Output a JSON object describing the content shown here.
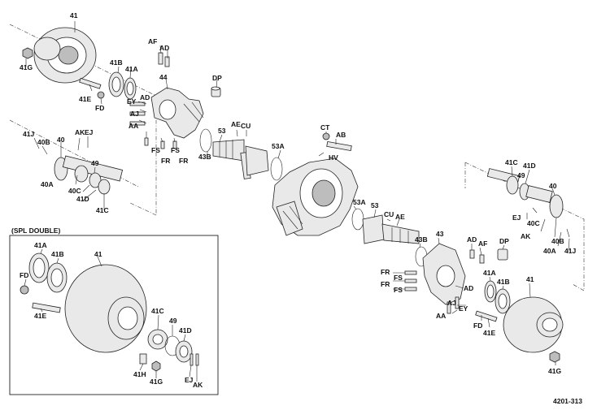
{
  "diagram": {
    "figure_code": "4201-313",
    "inset_title": "(SPL DOUBLE)",
    "labels": {
      "ul_41": "41",
      "ul_41G": "41G",
      "ul_41B": "41B",
      "ul_41A": "41A",
      "ul_AF": "AF",
      "ul_AD_top": "AD",
      "ul_44": "44",
      "ul_DP": "DP",
      "ul_41E": "41E",
      "ul_FD": "FD",
      "ul_EY": "EY",
      "ul_AD_mid": "AD",
      "ul_AJ": "AJ",
      "ul_AA": "AA",
      "ul_FS_a": "FS",
      "ul_FS_b": "FS",
      "ul_FR_a": "FR",
      "ul_FR_b": "FR",
      "ul_41J": "41J",
      "ul_40B": "40B",
      "ul_40": "40",
      "ul_AK": "AK",
      "ul_EJ": "EJ",
      "ul_49": "49",
      "ul_40A": "40A",
      "ul_40C": "40C",
      "ul_41D": "41D",
      "ul_41C": "41C",
      "c_53": "53",
      "c_AE": "AE",
      "c_CU": "CU",
      "c_43B": "43B",
      "c_53A": "53A",
      "c_CT": "CT",
      "c_AB": "AB",
      "c_HV": "HV",
      "r_53A": "53A",
      "r_53": "53",
      "r_CU": "CU",
      "r_AE": "AE",
      "r_43B": "43B",
      "r_43": "43",
      "r_AD": "AD",
      "r_AF": "AF",
      "r_DP": "DP",
      "r_FR_a": "FR",
      "r_FS_a": "FS",
      "r_FR_b": "FR",
      "r_FS_b": "FS",
      "r_AD2": "AD",
      "r_AJ": "AJ",
      "r_EY": "EY",
      "r_AA": "AA",
      "r_41A": "41A",
      "r_41B": "41B",
      "r_41": "41",
      "r_FD": "FD",
      "r_41E": "41E",
      "r_41G": "41G",
      "rh_41C": "41C",
      "rh_41D": "41D",
      "rh_49": "49",
      "rh_40": "40",
      "rh_EJ": "EJ",
      "rh_AK": "AK",
      "rh_40C": "40C",
      "rh_40B": "40B",
      "rh_40A": "40A",
      "rh_41J": "41J",
      "in_41A": "41A",
      "in_41B": "41B",
      "in_41": "41",
      "in_FD": "FD",
      "in_41E": "41E",
      "in_41C": "41C",
      "in_49": "49",
      "in_41D": "41D",
      "in_41H": "41H",
      "in_41G": "41G",
      "in_EJ": "EJ",
      "in_AK": "AK"
    }
  }
}
